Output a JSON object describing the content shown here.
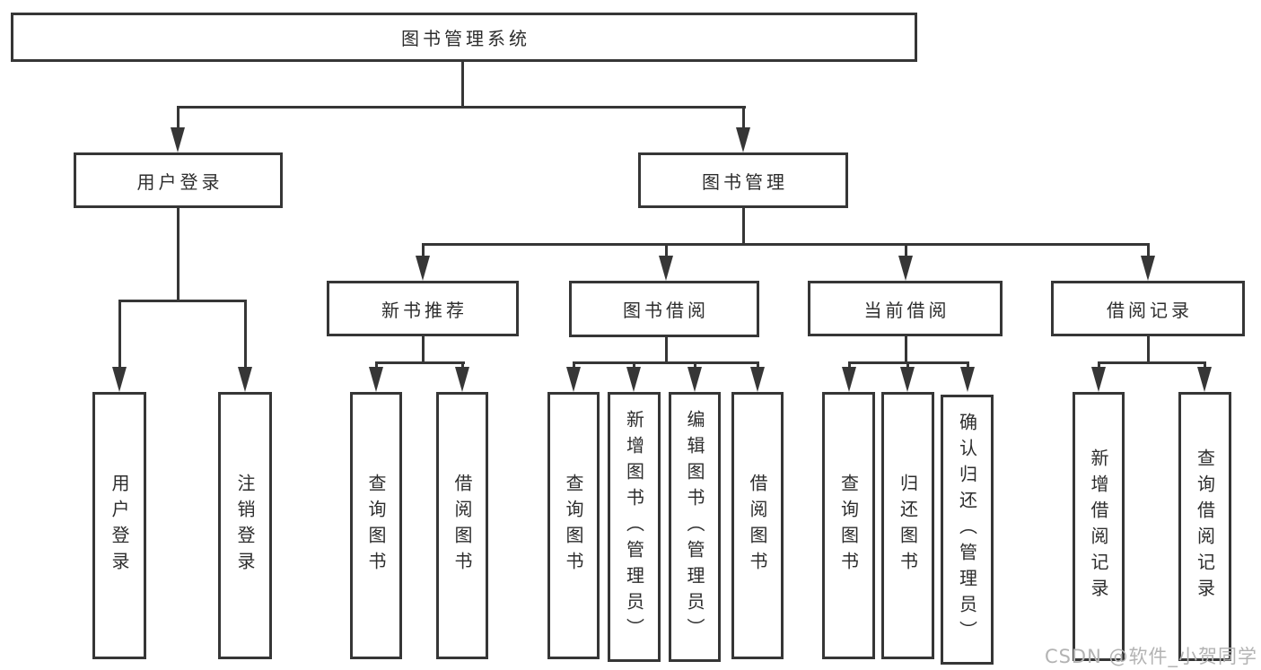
{
  "diagram_type": "hierarchy-tree",
  "colors": {
    "line": "#363636",
    "text": "#2d2d2d",
    "box_background": "#ffffff",
    "watermark": "#b3b3b3"
  },
  "watermark": "CSDN @软件_小贺同学",
  "nodes": {
    "root": {
      "label": "图书管理系统"
    },
    "user_login": {
      "label": "用户登录"
    },
    "book_mgmt": {
      "label": "图书管理"
    },
    "new_book_rec": {
      "label": "新书推荐"
    },
    "book_borrow": {
      "label": "图书借阅"
    },
    "current_borrow": {
      "label": "当前借阅"
    },
    "borrow_record": {
      "label": "借阅记录"
    },
    "leaf_user_login": {
      "label": "用户登录"
    },
    "leaf_logout": {
      "label": "注销登录"
    },
    "leaf_query_book_1": {
      "label": "查询图书"
    },
    "leaf_borrow_book_1": {
      "label": "借阅图书"
    },
    "leaf_query_book_2": {
      "label": "查询图书"
    },
    "leaf_add_book": {
      "label": "新增图书（管理员）"
    },
    "leaf_edit_book": {
      "label": "编辑图书（管理员）"
    },
    "leaf_borrow_book_2": {
      "label": "借阅图书"
    },
    "leaf_query_book_3": {
      "label": "查询图书"
    },
    "leaf_return_book": {
      "label": "归还图书"
    },
    "leaf_confirm_return": {
      "label": "确认归还（管理员）"
    },
    "leaf_add_record": {
      "label": "新增借阅记录"
    },
    "leaf_query_record": {
      "label": "查询借阅记录"
    }
  },
  "hierarchy": {
    "图书管理系统": [
      "用户登录",
      "图书管理"
    ],
    "用户登录": [
      "用户登录",
      "注销登录"
    ],
    "图书管理": [
      "新书推荐",
      "图书借阅",
      "当前借阅",
      "借阅记录"
    ],
    "新书推荐": [
      "查询图书",
      "借阅图书"
    ],
    "图书借阅": [
      "查询图书",
      "新增图书（管理员）",
      "编辑图书（管理员）",
      "借阅图书"
    ],
    "当前借阅": [
      "查询图书",
      "归还图书",
      "确认归还（管理员）"
    ],
    "借阅记录": [
      "新增借阅记录",
      "查询借阅记录"
    ]
  }
}
